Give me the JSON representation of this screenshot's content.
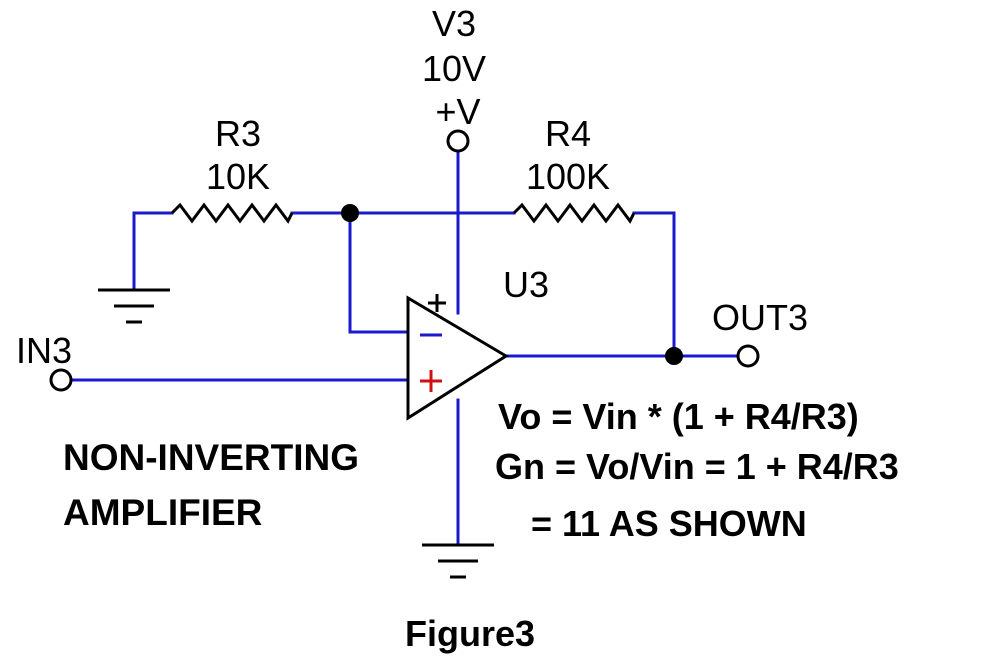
{
  "colors": {
    "wire": "#1a1acc",
    "component": "#000000",
    "plus_sign": "#d01010",
    "minus_sign": "#1a1acc",
    "text": "#000000",
    "background": "#ffffff"
  },
  "supply": {
    "ref": "V3",
    "value": "10V",
    "rail": "+V"
  },
  "r3": {
    "ref": "R3",
    "value": "10K"
  },
  "r4": {
    "ref": "R4",
    "value": "100K"
  },
  "opamp": {
    "ref": "U3",
    "supply_pin": "+",
    "inverting_pin": "−",
    "noninverting_pin": "+"
  },
  "ports": {
    "input": "IN3",
    "output": "OUT3"
  },
  "title": {
    "line1": "NON-INVERTING",
    "line2": "AMPLIFIER"
  },
  "equations": {
    "line1": "Vo = Vin * (1 + R4/R3)",
    "line2": "Gn = Vo/Vin = 1 + R4/R3",
    "line3": "= 11 AS SHOWN"
  },
  "caption": "Figure3"
}
